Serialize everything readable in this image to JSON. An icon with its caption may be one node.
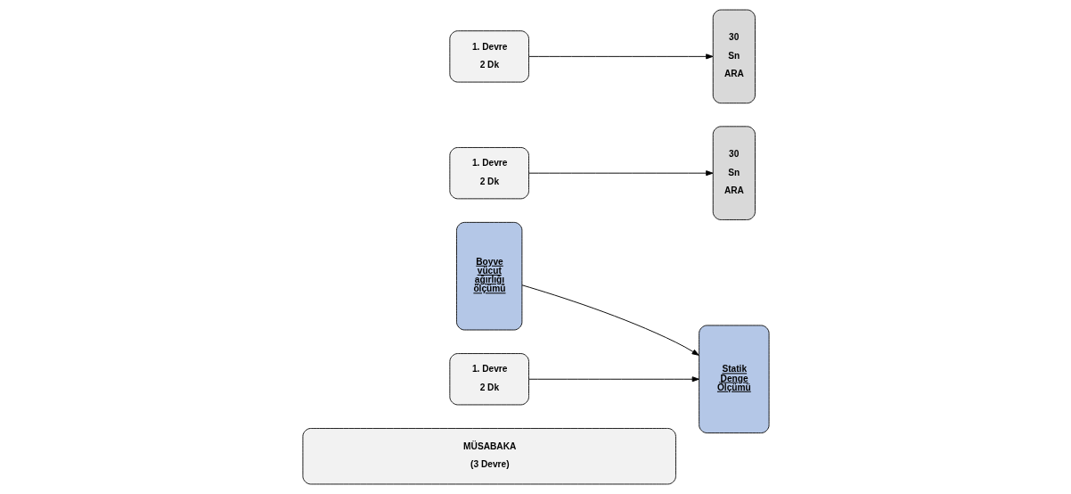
{
  "diagram": {
    "nodes": [
      {
        "text": [
          "MÜSABAKA",
          "(3 Devre)"
        ]
      },
      {
        "text": [
          "Boyve vücut ağırlığı ölçümü"
        ]
      },
      {
        "text": [
          "1. Devre",
          "2 Dk"
        ]
      },
      {
        "text": [
          "30",
          "Sn",
          "ARA"
        ]
      },
      {
        "text": [
          "1. Devre",
          "2 Dk"
        ]
      },
      {
        "text": [
          "30",
          "Sn",
          "ARA"
        ]
      },
      {
        "text": [
          "1. Devre",
          "2 Dk"
        ]
      },
      {
        "text": [
          "Statik Denge Ölçümü"
        ]
      }
    ],
    "edges": [
      {
        "from": 2,
        "to": 3,
        "arrow": "to"
      },
      {
        "from": 4,
        "to": 5,
        "arrow": "to"
      },
      {
        "from": 6,
        "to": 7,
        "arrow": "to"
      },
      {
        "from": 1,
        "to": 7,
        "arrow": "to"
      }
    ]
  }
}
